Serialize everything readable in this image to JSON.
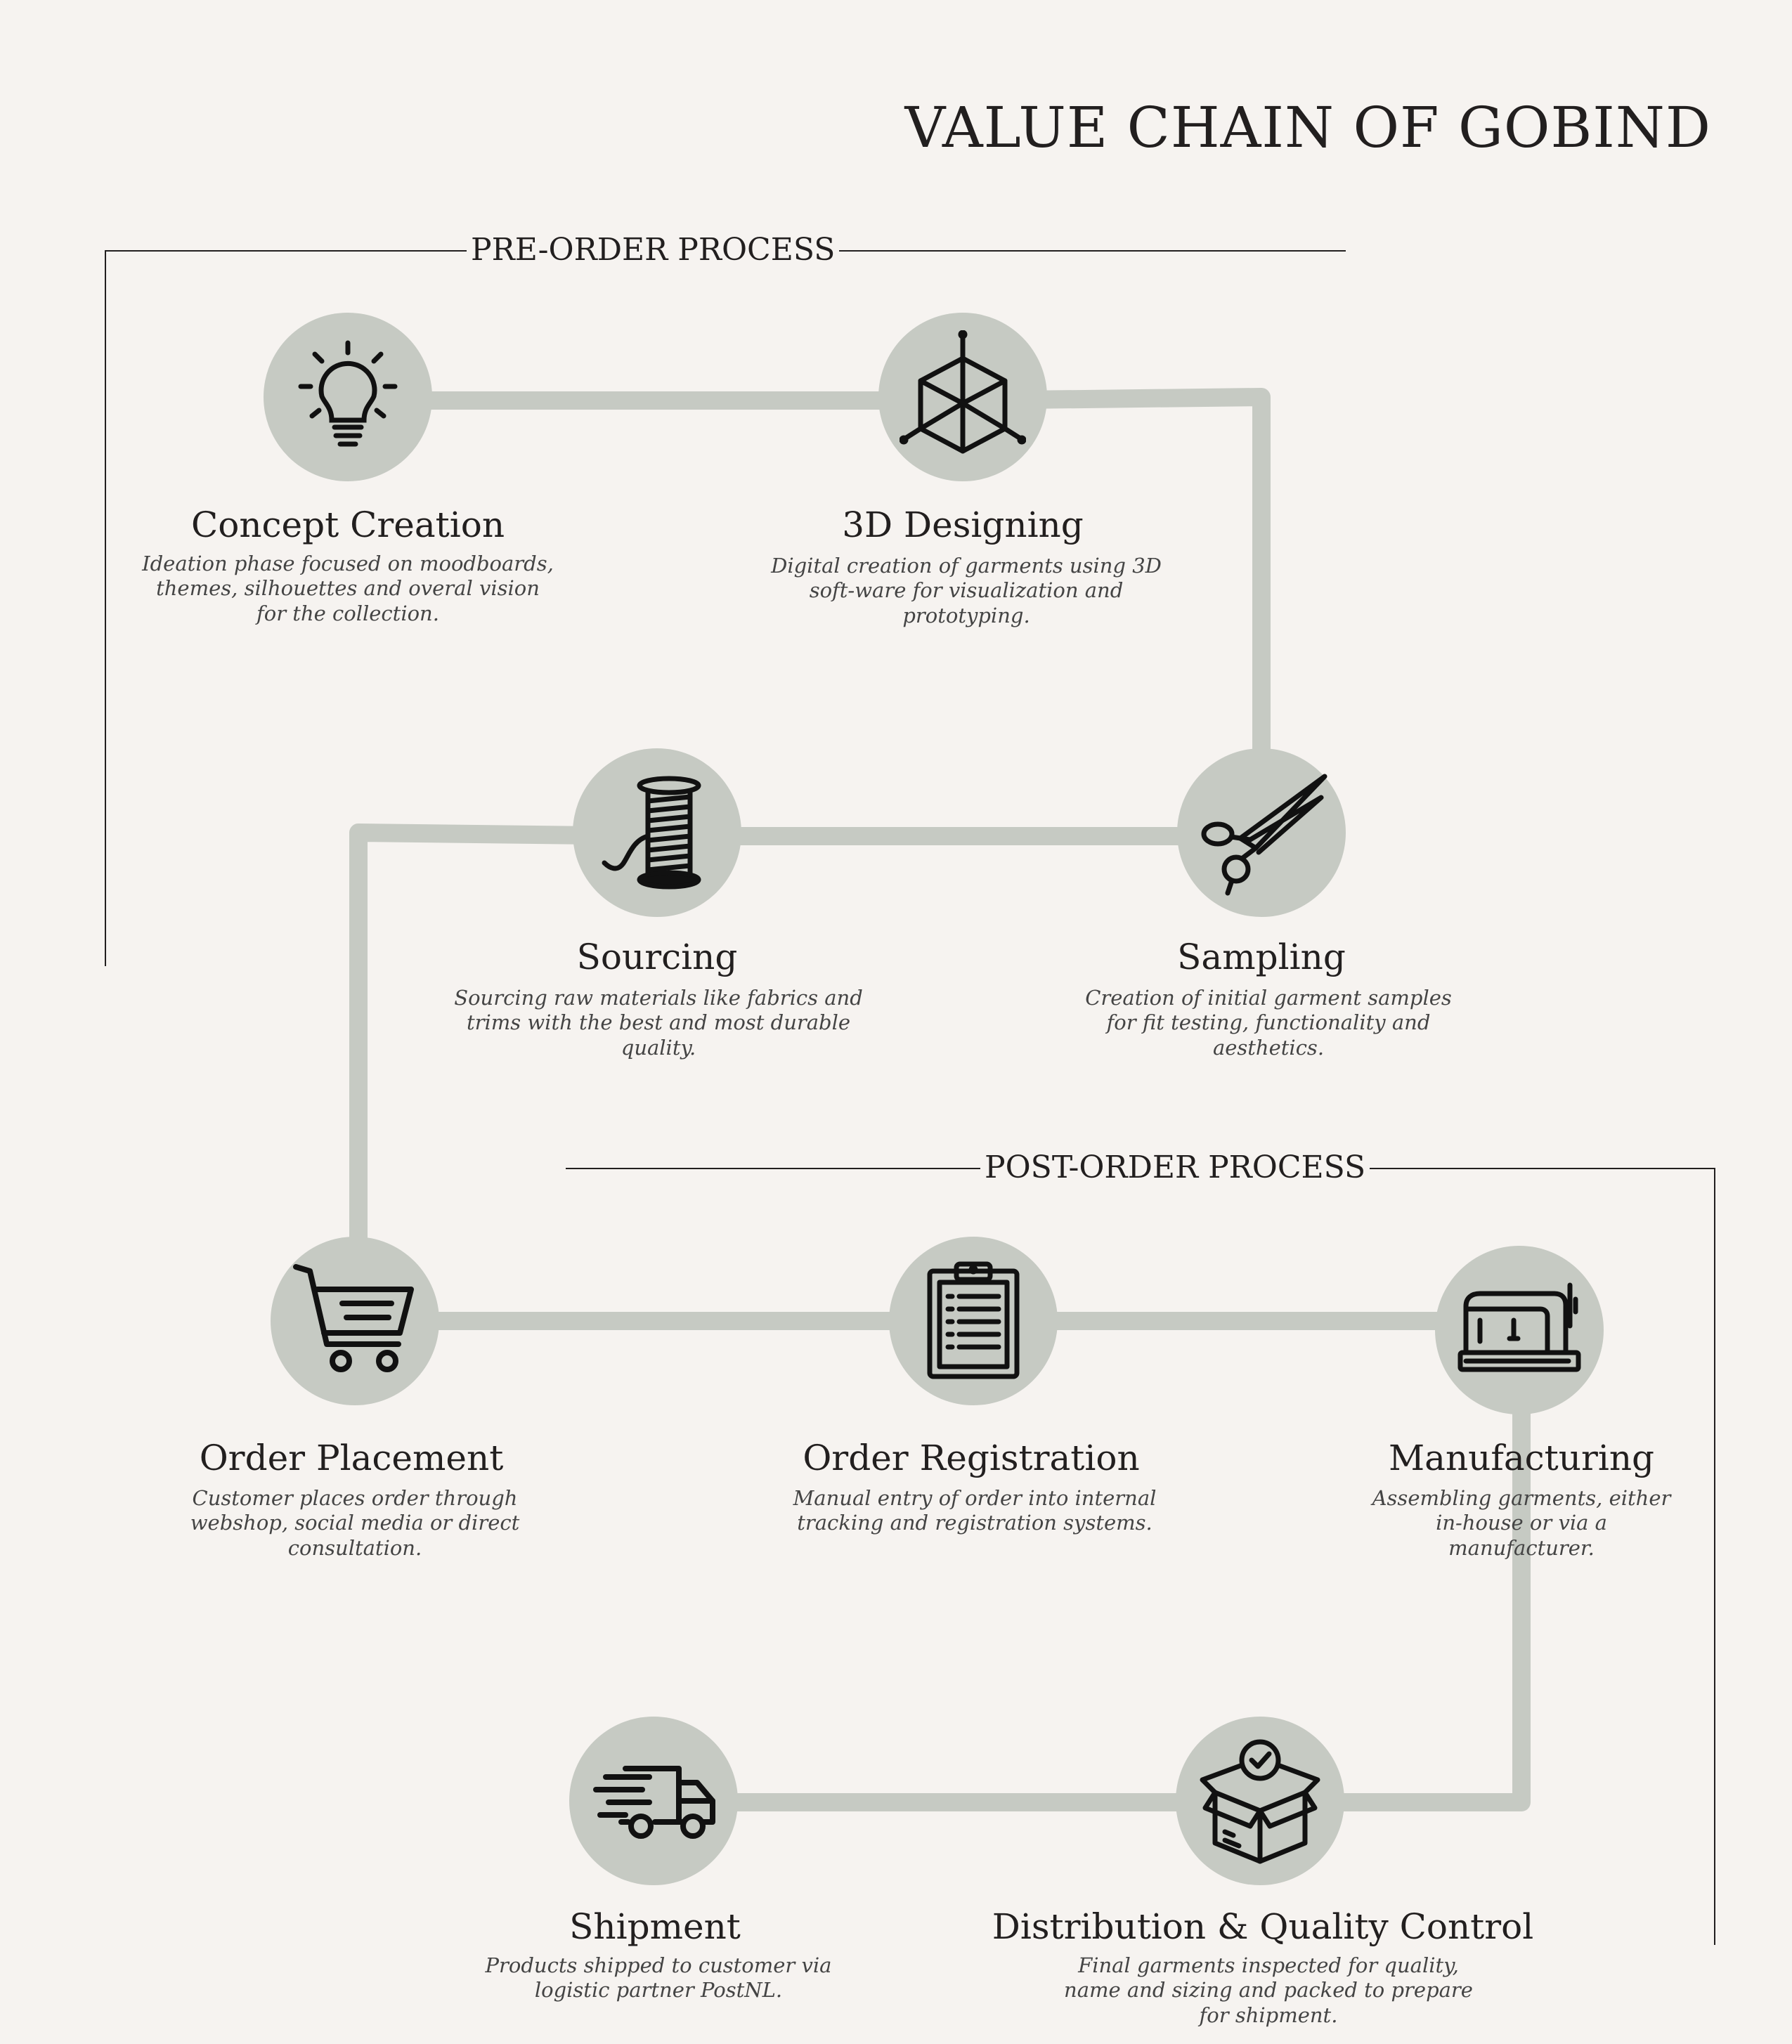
{
  "title": "VALUE CHAIN OF GOBIND",
  "sections": {
    "pre_order": "PRE-ORDER PROCESS",
    "post_order": "POST-ORDER PROCESS"
  },
  "colors": {
    "background": "#f6f3f0",
    "node_fill": "#c6cac3",
    "connector": "#c6cac3",
    "text": "#221f1f"
  },
  "steps": [
    {
      "title": "Concept Creation",
      "icon": "lightbulb-icon",
      "description": "Ideation phase focused on moodboards, themes, silhouettes and overal vision for the collection."
    },
    {
      "title": "3D Designing",
      "icon": "3d-cube-icon",
      "description": "Digital creation of garments using 3D soft-ware for visualization and prototyping."
    },
    {
      "title": "Sampling",
      "icon": "scissors-icon",
      "description": "Creation of initial garment samples for fit testing, functionality and aesthetics."
    },
    {
      "title": "Sourcing",
      "icon": "thread-spool-icon",
      "description": "Sourcing raw materials like fabrics and trims with the best and most durable quality."
    },
    {
      "title": "Order Placement",
      "icon": "shopping-cart-icon",
      "description": "Customer places order through webshop, social media or direct consultation."
    },
    {
      "title": "Order Registration",
      "icon": "clipboard-icon",
      "description": "Manual entry of order into internal tracking and registration systems."
    },
    {
      "title": "Manufacturing",
      "icon": "sewing-machine-icon",
      "description": "Assembling garments, either in-house  or via a manufacturer."
    },
    {
      "title": "Distribution & Quality Control",
      "icon": "box-check-icon",
      "description": "Final garments inspected for quality, name and sizing and packed to prepare for shipment."
    },
    {
      "title": "Shipment",
      "icon": "delivery-truck-icon",
      "description": "Products shipped to customer via logistic partner PostNL."
    }
  ]
}
